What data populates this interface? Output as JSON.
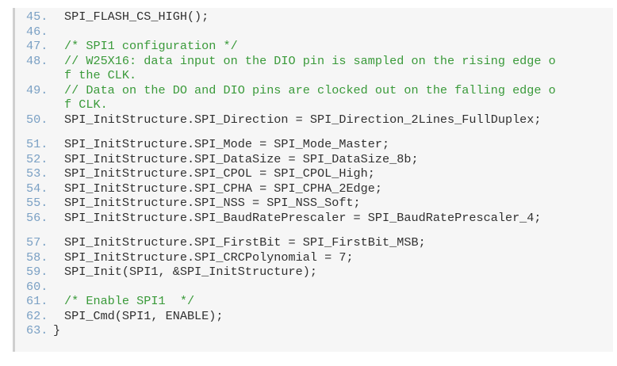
{
  "lines": [
    {
      "n": "45.",
      "text": "SPI_FLASH_CS_HIGH();",
      "comment": false
    },
    {
      "n": "46.",
      "text": "",
      "comment": false
    },
    {
      "n": "47.",
      "text": "/* SPI1 configuration */",
      "comment": true
    },
    {
      "n": "48.",
      "text": "// W25X16: data input on the DIO pin is sampled on the rising edge o",
      "comment": true
    },
    {
      "n": "",
      "text": "f the CLK.",
      "comment": true
    },
    {
      "n": "49.",
      "text": "// Data on the DO and DIO pins are clocked out on the falling edge o",
      "comment": true
    },
    {
      "n": "",
      "text": "f CLK.",
      "comment": true
    },
    {
      "n": "50.",
      "text": "SPI_InitStructure.SPI_Direction = SPI_Direction_2Lines_FullDuplex;",
      "comment": false
    },
    {
      "n": "51.",
      "text": "SPI_InitStructure.SPI_Mode = SPI_Mode_Master;",
      "comment": false
    },
    {
      "n": "52.",
      "text": "SPI_InitStructure.SPI_DataSize = SPI_DataSize_8b;",
      "comment": false
    },
    {
      "n": "53.",
      "text": "SPI_InitStructure.SPI_CPOL = SPI_CPOL_High;",
      "comment": false
    },
    {
      "n": "54.",
      "text": "SPI_InitStructure.SPI_CPHA = SPI_CPHA_2Edge;",
      "comment": false
    },
    {
      "n": "55.",
      "text": "SPI_InitStructure.SPI_NSS = SPI_NSS_Soft;",
      "comment": false
    },
    {
      "n": "56.",
      "text": "SPI_InitStructure.SPI_BaudRatePrescaler = SPI_BaudRatePrescaler_4;",
      "comment": false
    },
    {
      "n": "57.",
      "text": "SPI_InitStructure.SPI_FirstBit = SPI_FirstBit_MSB;",
      "comment": false
    },
    {
      "n": "58.",
      "text": "SPI_InitStructure.SPI_CRCPolynomial = 7;",
      "comment": false
    },
    {
      "n": "59.",
      "text": "SPI_Init(SPI1, &SPI_InitStructure);",
      "comment": false
    },
    {
      "n": "60.",
      "text": "",
      "comment": false
    },
    {
      "n": "61.",
      "text": "/* Enable SPI1  */",
      "comment": true
    },
    {
      "n": "62.",
      "text": "SPI_Cmd(SPI1, ENABLE);",
      "comment": false
    },
    {
      "n": "63.",
      "text": "}",
      "comment": false
    }
  ]
}
